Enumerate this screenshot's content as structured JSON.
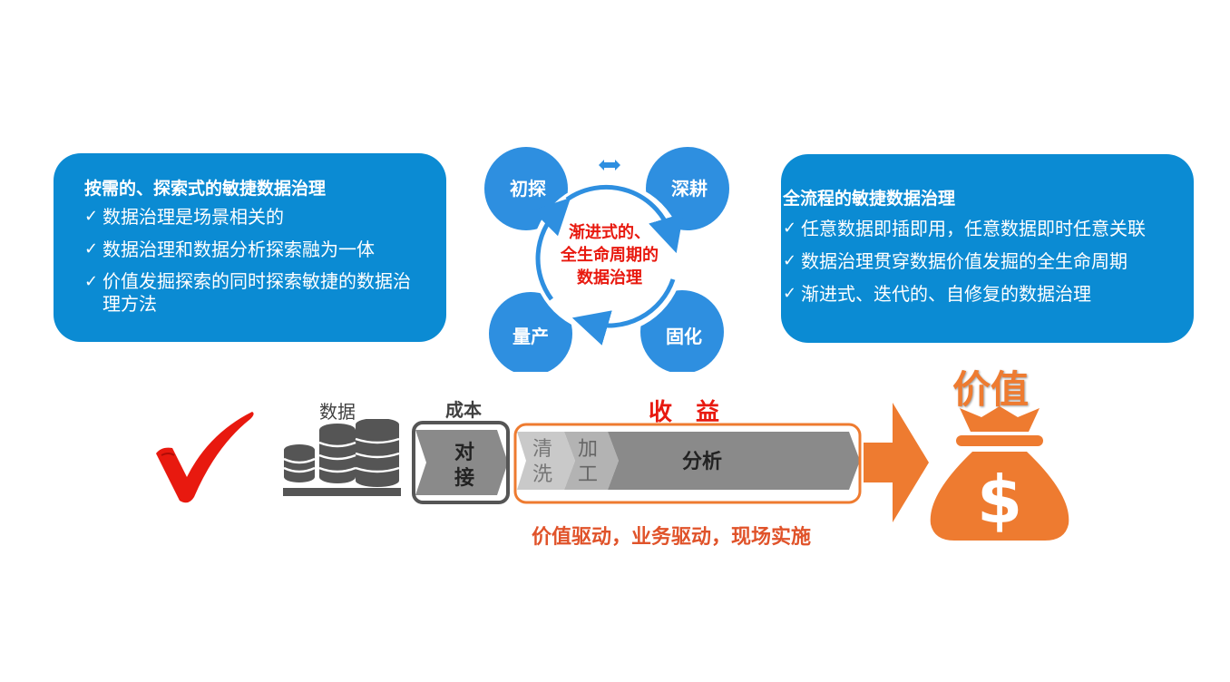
{
  "left_panel": {
    "title": "按需的、探索式的敏捷数据治理",
    "check": "✓",
    "items": [
      "数据治理是场景相关的",
      "数据治理和数据分析探索融为一体",
      "价值发掘探索的同时探索敏捷的数据治理方法"
    ]
  },
  "cycle": {
    "nodes": [
      "初探",
      "深耕",
      "量产",
      "固化"
    ],
    "center_lines": [
      "渐进式的、",
      "全生命周期的",
      "数据治理"
    ],
    "center_color": "#e8190f"
  },
  "right_panel": {
    "title": "全流程的敏捷数据治理",
    "check": "✓",
    "items": [
      "任意数据即插即用，任意数据即时任意关联",
      "数据治理贯穿数据价值发掘的全生命周期",
      "渐进式、迭代的、自修复的数据治理"
    ]
  },
  "pipeline": {
    "data_label": "数据",
    "cost_label": "成本",
    "revenue_label": "收　益",
    "value_label": "价值",
    "steps": [
      "对接",
      "清洗",
      "加工",
      "分析"
    ],
    "bottom_caption": "价值驱动，业务驱动，现场实施",
    "currency_symbol": "$"
  },
  "colors": {
    "panel_blue": "#0b8bd3",
    "circle_blue": "#2e8fe0",
    "accent_orange": "#ee7b30",
    "revenue_red": "#e8190f",
    "caption_orange": "#e0532a"
  }
}
